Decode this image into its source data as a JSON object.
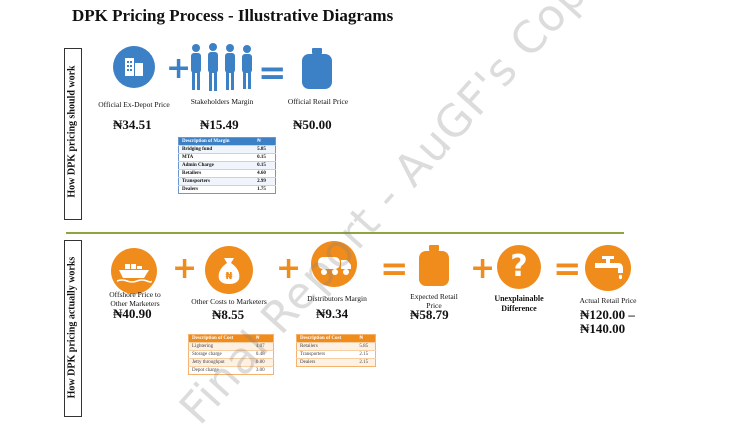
{
  "title": "DPK Pricing Process - Illustrative Diagrams",
  "watermark": "Final Report - AuGF's Copy",
  "colors": {
    "blue": "#3c80c6",
    "orange": "#f08c1c",
    "divider": "#8aa63c"
  },
  "top_section": {
    "label": "How DPK pricing should work",
    "items": [
      {
        "icon": "factory-icon",
        "caption": "Official Ex-Depot Price",
        "price": "₦34.51"
      },
      {
        "operator": "+"
      },
      {
        "icon": "stakeholders-icon",
        "caption": "Stakeholders Margin",
        "price": "₦15.49"
      },
      {
        "operator": "="
      },
      {
        "icon": "jerrycan-icon",
        "caption": "Official Retail Price",
        "price": "₦50.00"
      }
    ],
    "margin_table": {
      "headers": [
        "Description of Margin",
        "₦"
      ],
      "rows": [
        [
          "Bridging fund",
          "5.85"
        ],
        [
          "MTA",
          "0.15"
        ],
        [
          "Admin Charge",
          "0.15"
        ],
        [
          "Retailers",
          "4.60"
        ],
        [
          "Transporters",
          "2.99"
        ],
        [
          "Dealers",
          "1.75"
        ]
      ]
    }
  },
  "bottom_section": {
    "label": "How DPK pricing actually works",
    "items": [
      {
        "icon": "ship-icon",
        "caption": "Offshore Price to Other Marketers",
        "price": "₦40.90"
      },
      {
        "operator": "+"
      },
      {
        "icon": "money-bag-icon",
        "caption": "Other Costs to Marketers",
        "price": "₦8.55"
      },
      {
        "operator": "+"
      },
      {
        "icon": "tanker-truck-icon",
        "caption": "Distributors Margin",
        "price": "₦9.34"
      },
      {
        "operator": "="
      },
      {
        "icon": "jerrycan-icon",
        "caption": "Expected Retail Price",
        "price": "₦58.79"
      },
      {
        "operator": "+"
      },
      {
        "icon": "question-icon",
        "caption": "Unexplainable Difference",
        "price": ""
      },
      {
        "operator": "="
      },
      {
        "icon": "tap-icon",
        "caption": "Actual Retail Price",
        "price_line1": "₦120.00 –",
        "price_line2": "₦140.00"
      }
    ],
    "cost_table": {
      "headers": [
        "Description of Cost",
        "₦"
      ],
      "rows": [
        [
          "Lightering",
          "4.07"
        ],
        [
          "Storage charge",
          "0.48"
        ],
        [
          "Jetty throughput",
          "0.80"
        ],
        [
          "Depot charge",
          "3.00"
        ]
      ]
    },
    "distributor_table": {
      "headers": [
        "Description of Cost",
        "₦"
      ],
      "rows": [
        [
          "Retailers",
          "5.85"
        ],
        [
          "Transporters",
          "2.15"
        ],
        [
          "Dealers",
          "2.15"
        ]
      ]
    }
  }
}
